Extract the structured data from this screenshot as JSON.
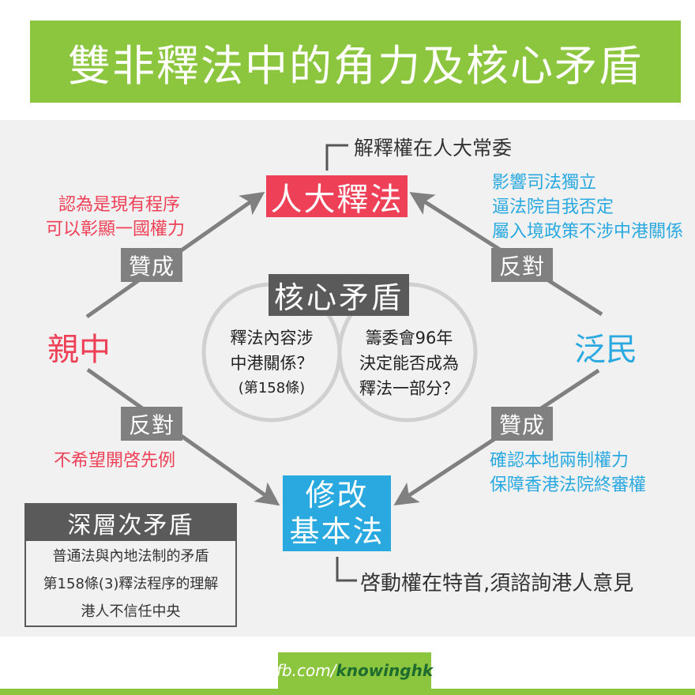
{
  "title": "雙非釋法中的角力及核心矛盾",
  "colors": {
    "brand_green": "#8cc63f",
    "pro_beijing_red": "#ee4056",
    "pan_democrat_blue": "#29a9e0",
    "badge_gray": "#808080",
    "dark_gray": "#5a5a5a",
    "panel_bg": "#f1f1f1"
  },
  "top_node": {
    "label": "人大釋法",
    "note": "解釋權在人大常委"
  },
  "bottom_node": {
    "label_line1": "修改",
    "label_line2": "基本法",
    "note": "啓動權在特首,須諮詢港人意見"
  },
  "left_camp": {
    "label": "親中",
    "to_top": {
      "badge": "贊成",
      "reasons": [
        "認為是現有程序",
        "可以彰顯一國權力"
      ]
    },
    "to_bottom": {
      "badge": "反對",
      "reasons": [
        "不希望開啓先例"
      ]
    }
  },
  "right_camp": {
    "label": "泛民",
    "to_top": {
      "badge": "反對",
      "reasons": [
        "影響司法獨立",
        "逼法院自我否定",
        "屬入境政策不涉中港關係"
      ]
    },
    "to_bottom": {
      "badge": "贊成",
      "reasons": [
        "確認本地兩制權力",
        "保障香港法院終審權"
      ]
    }
  },
  "core_conflict": {
    "title": "核心矛盾",
    "left_circle": [
      "釋法內容涉",
      "中港關係？",
      "(第158條)"
    ],
    "right_circle": [
      "籌委會96年",
      "決定能否成為",
      "釋法一部分？"
    ]
  },
  "deep_conflict": {
    "title": "深層次矛盾",
    "items": [
      "普通法與內地法制的矛盾",
      "第158條(3)釋法程序的理解",
      "港人不信任中央"
    ]
  },
  "footer": {
    "prefix": "fb.com/",
    "handle": "knowinghk"
  }
}
